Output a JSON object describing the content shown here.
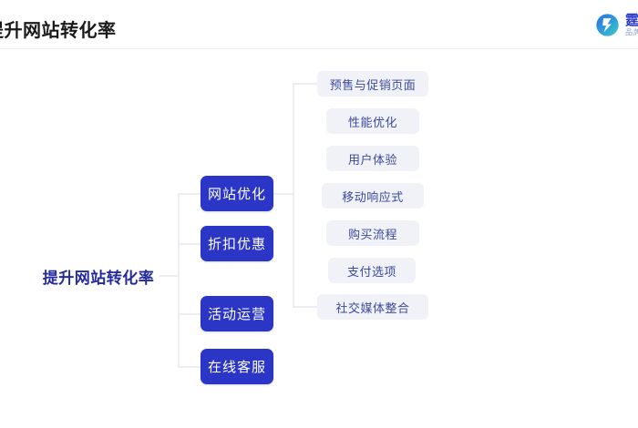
{
  "header": {
    "title": "提升网站转化率",
    "brand_name": "霆",
    "brand_sub": "品牌",
    "logo_icon": "lightning-bolt-circle-icon"
  },
  "colors": {
    "accent_blue": "#2b35c6",
    "root_text": "#232a9e",
    "l3_bg": "#f1f2f7",
    "l3_text": "#3a4a9e",
    "connector": "#e8e9ee",
    "divider": "#f0f0f3"
  },
  "mindmap": {
    "root": {
      "label": "提升网站转化率"
    },
    "level2": [
      {
        "label": "网站优化"
      },
      {
        "label": "折扣优惠"
      },
      {
        "label": "活动运营"
      },
      {
        "label": "在线客服"
      }
    ],
    "level3": [
      {
        "label": "预售与促销页面"
      },
      {
        "label": "性能优化"
      },
      {
        "label": "用户体验"
      },
      {
        "label": "移动响应式"
      },
      {
        "label": "购买流程"
      },
      {
        "label": "支付选项"
      },
      {
        "label": "社交媒体整合"
      }
    ]
  }
}
